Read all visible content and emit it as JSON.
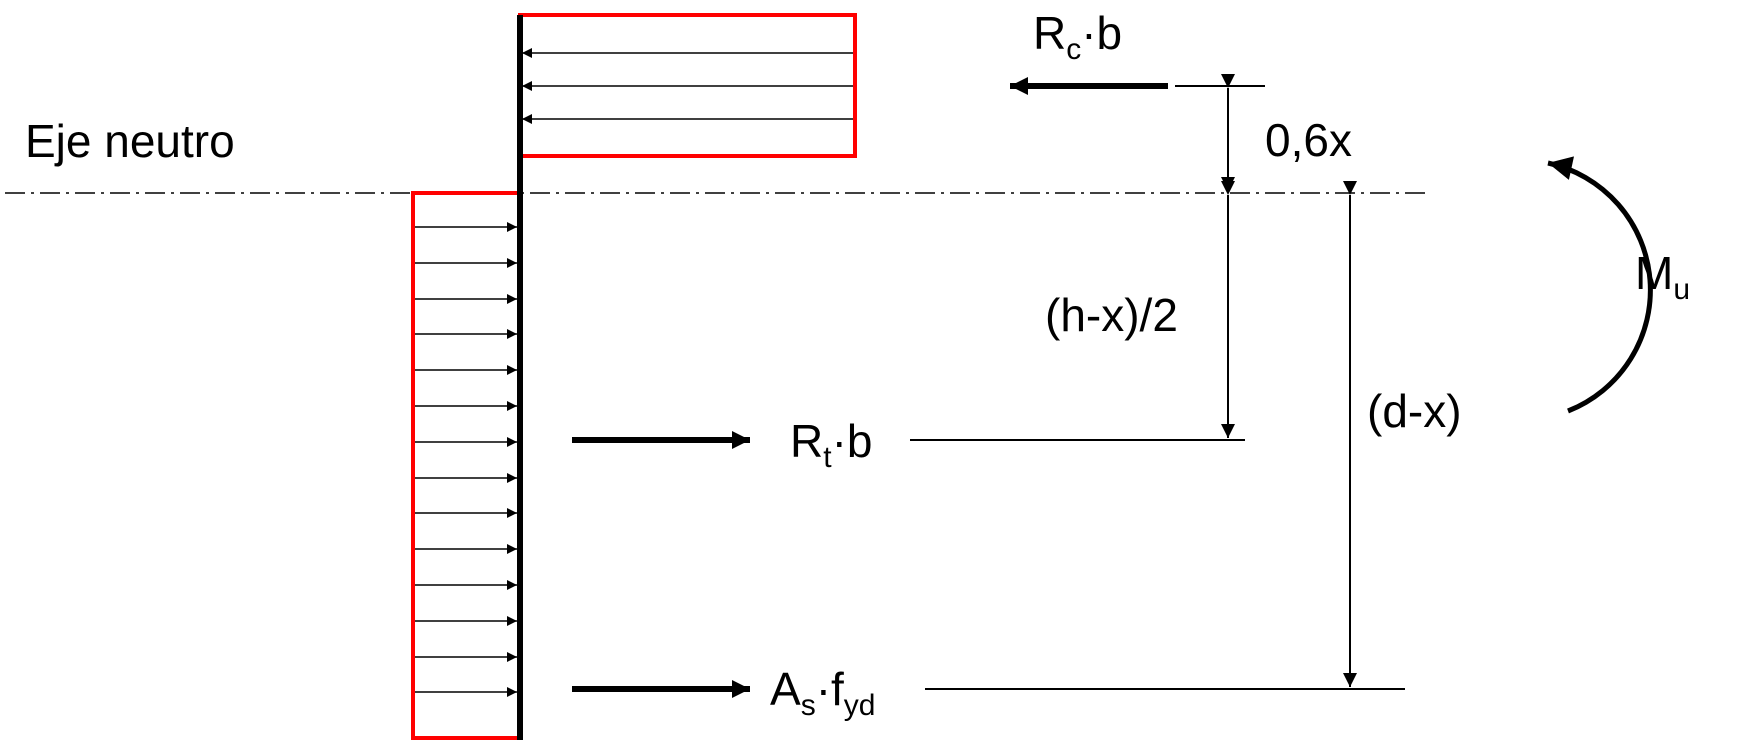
{
  "labels": {
    "neutral_axis": "Eje neutro",
    "rc_main": "R",
    "rc_sub": "c",
    "rc_suffix": "·b",
    "rt_main": "R",
    "rt_sub": "t",
    "rt_suffix": "·b",
    "as_main": "A",
    "as_sub": "s",
    "as_mid": "·f",
    "as_sub2": "yd",
    "dim_06x": "0,6x",
    "dim_hx2": "(h-x)/2",
    "dim_dx": "(d-x)",
    "mu_main": "M",
    "mu_sub": "u"
  },
  "colors": {
    "stress_block": "#ff0000",
    "lines": "#000000"
  }
}
